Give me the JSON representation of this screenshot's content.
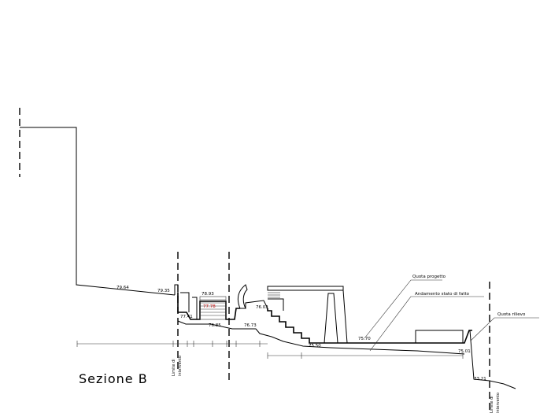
{
  "title": "Sezione B",
  "boundary_label": [
    "Limite di",
    "intervento"
  ],
  "elevations": {
    "e1": "79.64",
    "e2": "79.35",
    "e3": "78.93",
    "e4_red": "77.78",
    "e5": "77.41",
    "e6": "76.85",
    "e7": "76.73",
    "e8": "76.02",
    "e9": "75.50",
    "e10": "75.70",
    "e11": "75.01",
    "e12": "73.21"
  },
  "callouts": {
    "design": "Quota progetto",
    "existing": "Andamento stato di fatto",
    "survey": "Quota rilievo"
  },
  "colors": {
    "line": "#000000",
    "accent_red": "#c00000"
  }
}
